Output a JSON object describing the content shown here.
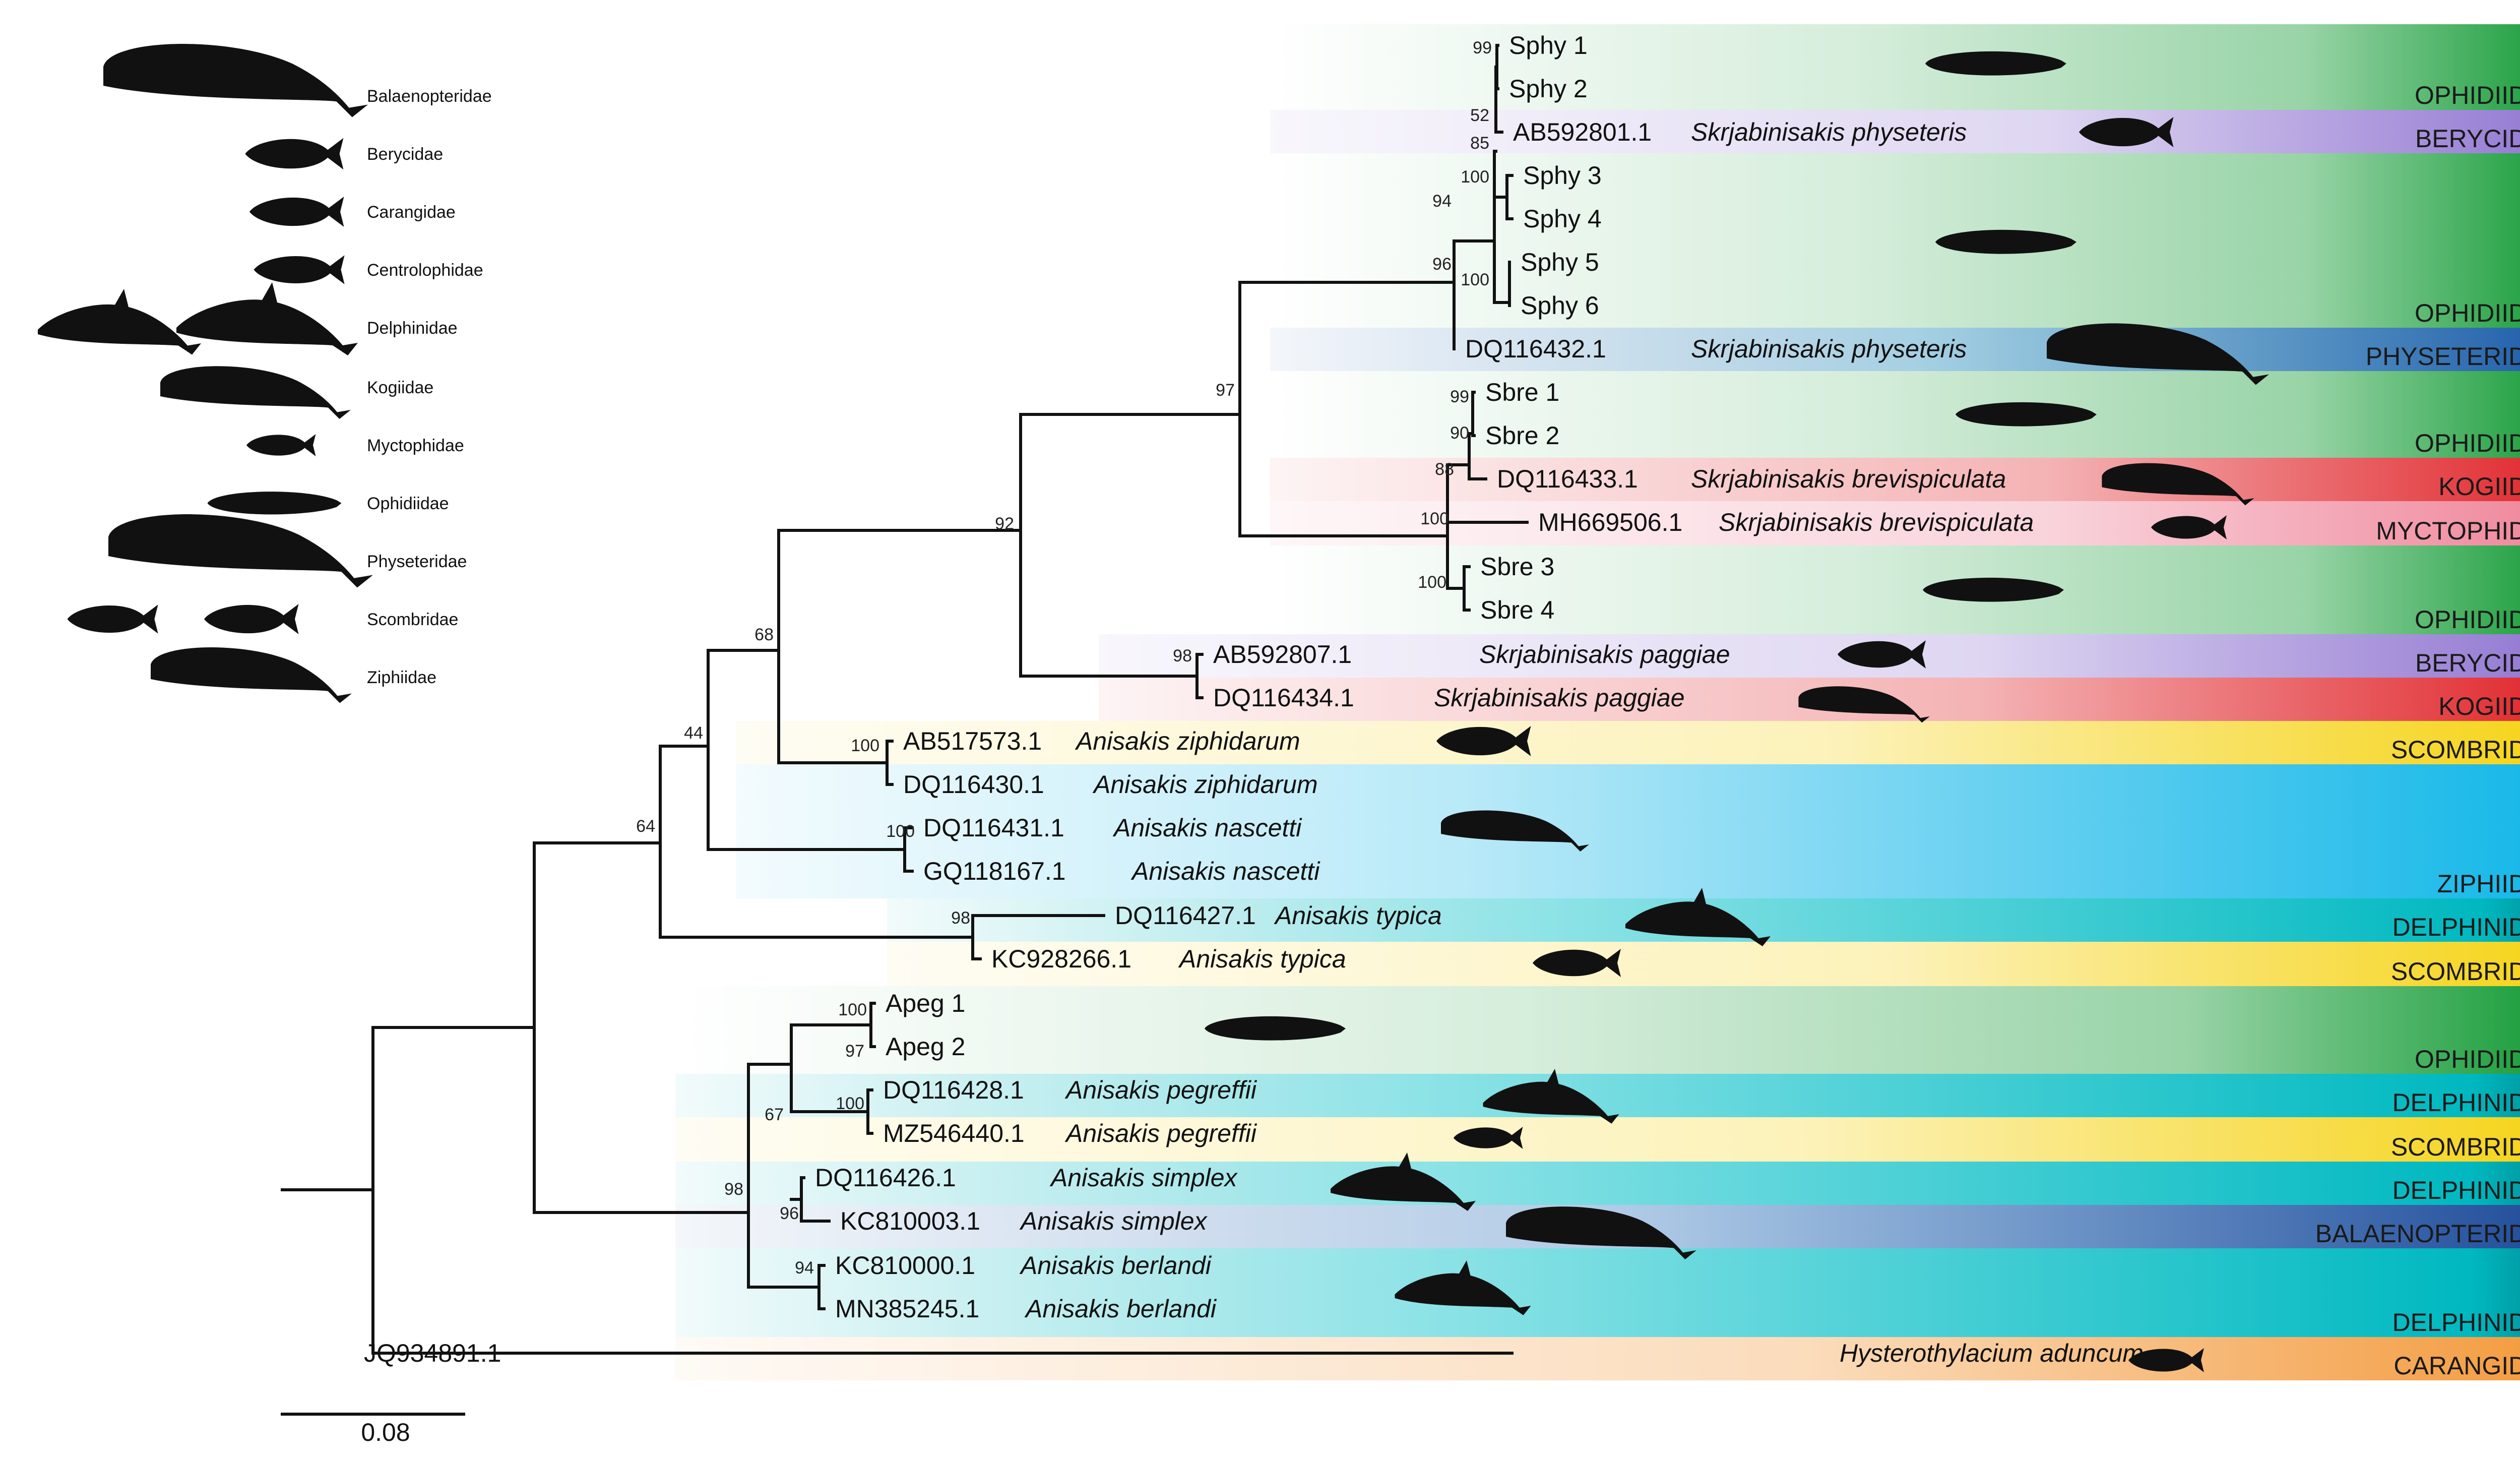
{
  "legend": {
    "items": [
      {
        "label": "Balaenopteridae",
        "icon": "baleen-whale-icon"
      },
      {
        "label": "Berycidae",
        "icon": "fish-icon"
      },
      {
        "label": "Carangidae",
        "icon": "fish-icon"
      },
      {
        "label": "Centrolophidae",
        "icon": "fish-icon"
      },
      {
        "label": "Delphinidae",
        "icon": "dolphin-icon"
      },
      {
        "label": "Kogiidae",
        "icon": "small-whale-icon"
      },
      {
        "label": "Myctophidae",
        "icon": "lanternfish-icon"
      },
      {
        "label": "Ophidiidae",
        "icon": "eel-fish-icon"
      },
      {
        "label": "Physeteridae",
        "icon": "sperm-whale-icon"
      },
      {
        "label": "Scombridae",
        "icon": "tuna-icon"
      },
      {
        "label": "Ziphiidae",
        "icon": "beaked-whale-icon"
      }
    ]
  },
  "leaves": [
    {
      "acc": "Sphy 1",
      "species": ""
    },
    {
      "acc": "Sphy 2",
      "species": ""
    },
    {
      "acc": "AB592801.1",
      "species": "Skrjabinisakis physeteris"
    },
    {
      "acc": "Sphy 3",
      "species": ""
    },
    {
      "acc": "Sphy 4",
      "species": ""
    },
    {
      "acc": "Sphy 5",
      "species": ""
    },
    {
      "acc": "Sphy 6",
      "species": ""
    },
    {
      "acc": "DQ116432.1",
      "species": "Skrjabinisakis physeteris"
    },
    {
      "acc": "Sbre 1",
      "species": ""
    },
    {
      "acc": "Sbre 2",
      "species": ""
    },
    {
      "acc": "DQ116433.1",
      "species": "Skrjabinisakis brevispiculata"
    },
    {
      "acc": "MH669506.1",
      "species": "Skrjabinisakis brevispiculata"
    },
    {
      "acc": "Sbre 3",
      "species": ""
    },
    {
      "acc": "Sbre 4",
      "species": ""
    },
    {
      "acc": "AB592807.1",
      "species": "Skrjabinisakis paggiae"
    },
    {
      "acc": "DQ116434.1",
      "species": "Skrjabinisakis paggiae"
    },
    {
      "acc": "AB517573.1",
      "species": "Anisakis ziphidarum"
    },
    {
      "acc": "DQ116430.1",
      "species": "Anisakis ziphidarum"
    },
    {
      "acc": "DQ116431.1",
      "species": "Anisakis nascetti"
    },
    {
      "acc": "GQ118167.1",
      "species": "Anisakis nascetti"
    },
    {
      "acc": "DQ116427.1",
      "species": "Anisakis typica"
    },
    {
      "acc": "KC928266.1",
      "species": "Anisakis typica"
    },
    {
      "acc": "Apeg 1",
      "species": ""
    },
    {
      "acc": "Apeg 2",
      "species": ""
    },
    {
      "acc": "DQ116428.1",
      "species": "Anisakis pegreffii"
    },
    {
      "acc": "MZ546440.1",
      "species": "Anisakis pegreffii"
    },
    {
      "acc": "DQ116426.1",
      "species": "Anisakis simplex"
    },
    {
      "acc": "KC810003.1",
      "species": "Anisakis simplex"
    },
    {
      "acc": "KC810000.1",
      "species": "Anisakis berlandi"
    },
    {
      "acc": "MN385245.1",
      "species": "Anisakis berlandi"
    },
    {
      "acc": "JQ934891.1",
      "species": "Hysterothylacium aduncum"
    }
  ],
  "hosts": [
    {
      "label": "OPHIDIIDAE",
      "color": "#1a9e3a"
    },
    {
      "label": "BERYCIDAE",
      "color": "#7d5ec9"
    },
    {
      "label": "OPHIDIIDAE",
      "color": "#1a9e3a"
    },
    {
      "label": "PHYSETERIDAE",
      "color": "#1f5aa8"
    },
    {
      "label": "OPHIDIIDAE",
      "color": "#1a9e3a"
    },
    {
      "label": "KOGIIDAE",
      "color": "#e0262b"
    },
    {
      "label": "MYCTOPHIDAE",
      "color": "#e8516f"
    },
    {
      "label": "OPHIDIIDAE",
      "color": "#1a9e3a"
    },
    {
      "label": "BERYCIDAE",
      "color": "#7d5ec9"
    },
    {
      "label": "KOGIIDAE",
      "color": "#e0262b"
    },
    {
      "label": "SCOMBRIDAE",
      "color": "#f5d316"
    },
    {
      "label": "ZIPHIIDAE",
      "color": "#13b7e8"
    },
    {
      "label": "DELPHINIDAE",
      "color": "#00b0b8"
    },
    {
      "label": "SCOMBRIDAE",
      "color": "#f5d316"
    },
    {
      "label": "OPHIDIIDAE",
      "color": "#1a9e3a"
    },
    {
      "label": "DELPHINIDAE",
      "color": "#00b0b8"
    },
    {
      "label": "SCOMBRIDAE",
      "color": "#f5d316"
    },
    {
      "label": "DELPHINIDAE",
      "color": "#00b0b8"
    },
    {
      "label": "BALAENOPTERIDAE",
      "color": "#1f5aa8"
    },
    {
      "label": "DELPHINIDAE",
      "color": "#00b0b8"
    },
    {
      "label": "CARANGIDAE",
      "color": "#f39a3c"
    }
  ],
  "bootstrap": [
    "99",
    "52",
    "85",
    "100",
    "94",
    "100",
    "96",
    "97",
    "99",
    "90",
    "88",
    "100",
    "100",
    "92",
    "98",
    "68",
    "100",
    "44",
    "100",
    "64",
    "98",
    "100",
    "97",
    "100",
    "67",
    "98",
    "96",
    "94"
  ],
  "scale": {
    "label": "0.08"
  }
}
